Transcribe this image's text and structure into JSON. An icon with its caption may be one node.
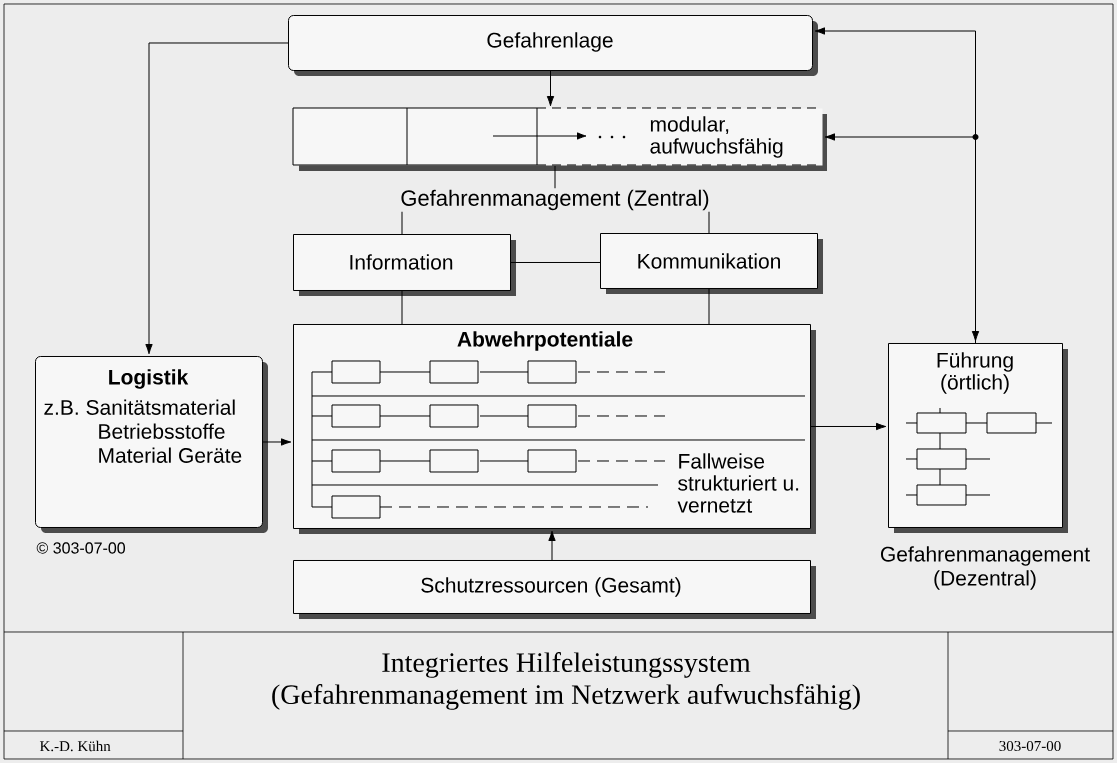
{
  "diagram": {
    "title": "Integriertes Hilfeleistungssystem (Gefahrenmanagement im Netzwerk aufwuchsfähig)",
    "nodes": [
      {
        "text": [
          "Gefahrenlage"
        ]
      },
      {
        "text": [
          "modular, aufwuchsfähig"
        ]
      },
      {
        "text": [
          "Information"
        ]
      },
      {
        "text": [
          "Kommunikation"
        ]
      },
      {
        "text": [
          "Logistik",
          "z.B. Sanitätsmaterial Betriebsstoffe Material Geräte"
        ]
      },
      {
        "text": [
          "Abwehrpotentiale",
          "Fallweise strukturiert u. vernetzt"
        ]
      },
      {
        "text": [
          "Führung (örtlich)"
        ],
        "beside": [
          "Gefahrenmanagement (Dezentral)"
        ]
      },
      {
        "text": [
          "Schutzressourcen (Gesamt)"
        ]
      },
      {
        "text": [
          "Gefahrenmanagement (Zentral)"
        ]
      }
    ],
    "edges": [
      {
        "from": 0,
        "to": 1,
        "arrow": "to"
      },
      {
        "from": 0,
        "to": 4,
        "arrow": "to"
      },
      {
        "from": 0,
        "to": 6,
        "arrow": "both"
      },
      {
        "from": 6,
        "to": 1,
        "arrow": "to"
      },
      {
        "from": 1,
        "to": 8,
        "arrow": "none"
      },
      {
        "from": 8,
        "to": 2,
        "arrow": "none"
      },
      {
        "from": 8,
        "to": 3,
        "arrow": "none"
      },
      {
        "from": 2,
        "to": 3,
        "arrow": "none"
      },
      {
        "from": 2,
        "to": 5,
        "arrow": "none"
      },
      {
        "from": 3,
        "to": 5,
        "arrow": "none"
      },
      {
        "from": 4,
        "to": 5,
        "arrow": "to"
      },
      {
        "from": 5,
        "to": 6,
        "arrow": "to"
      },
      {
        "from": 7,
        "to": 5,
        "arrow": "to"
      }
    ],
    "labels": [
      "© 303-07-00",
      "K.-D. Kühn",
      "303-07-00"
    ]
  }
}
